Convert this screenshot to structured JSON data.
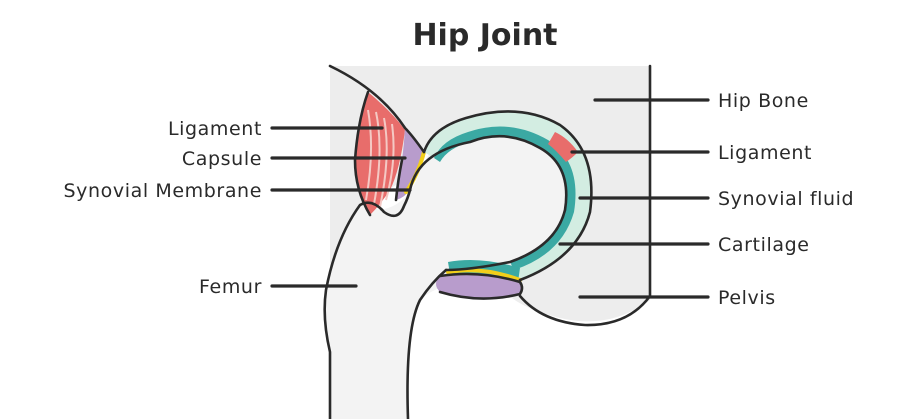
{
  "title": "Hip Joint",
  "labels": {
    "ligament_left": "Ligament",
    "capsule": "Capsule",
    "synovial_membrane": "Synovial Membrane",
    "femur": "Femur",
    "hip_bone": "Hip Bone",
    "ligament_right": "Ligament",
    "synovial_fluid": "Synovial fluid",
    "cartilage": "Cartilage",
    "pelvis": "Pelvis"
  },
  "colors": {
    "bone": "#ededed",
    "ligament": "#e86d6b",
    "ligament_light": "#f4c9c4",
    "capsule": "#b89ccc",
    "synovial_membrane": "#f2cf1a",
    "cartilage": "#d3ede2",
    "synovial_fluid": "#3ba9a3",
    "outline": "#2a2a2a"
  }
}
